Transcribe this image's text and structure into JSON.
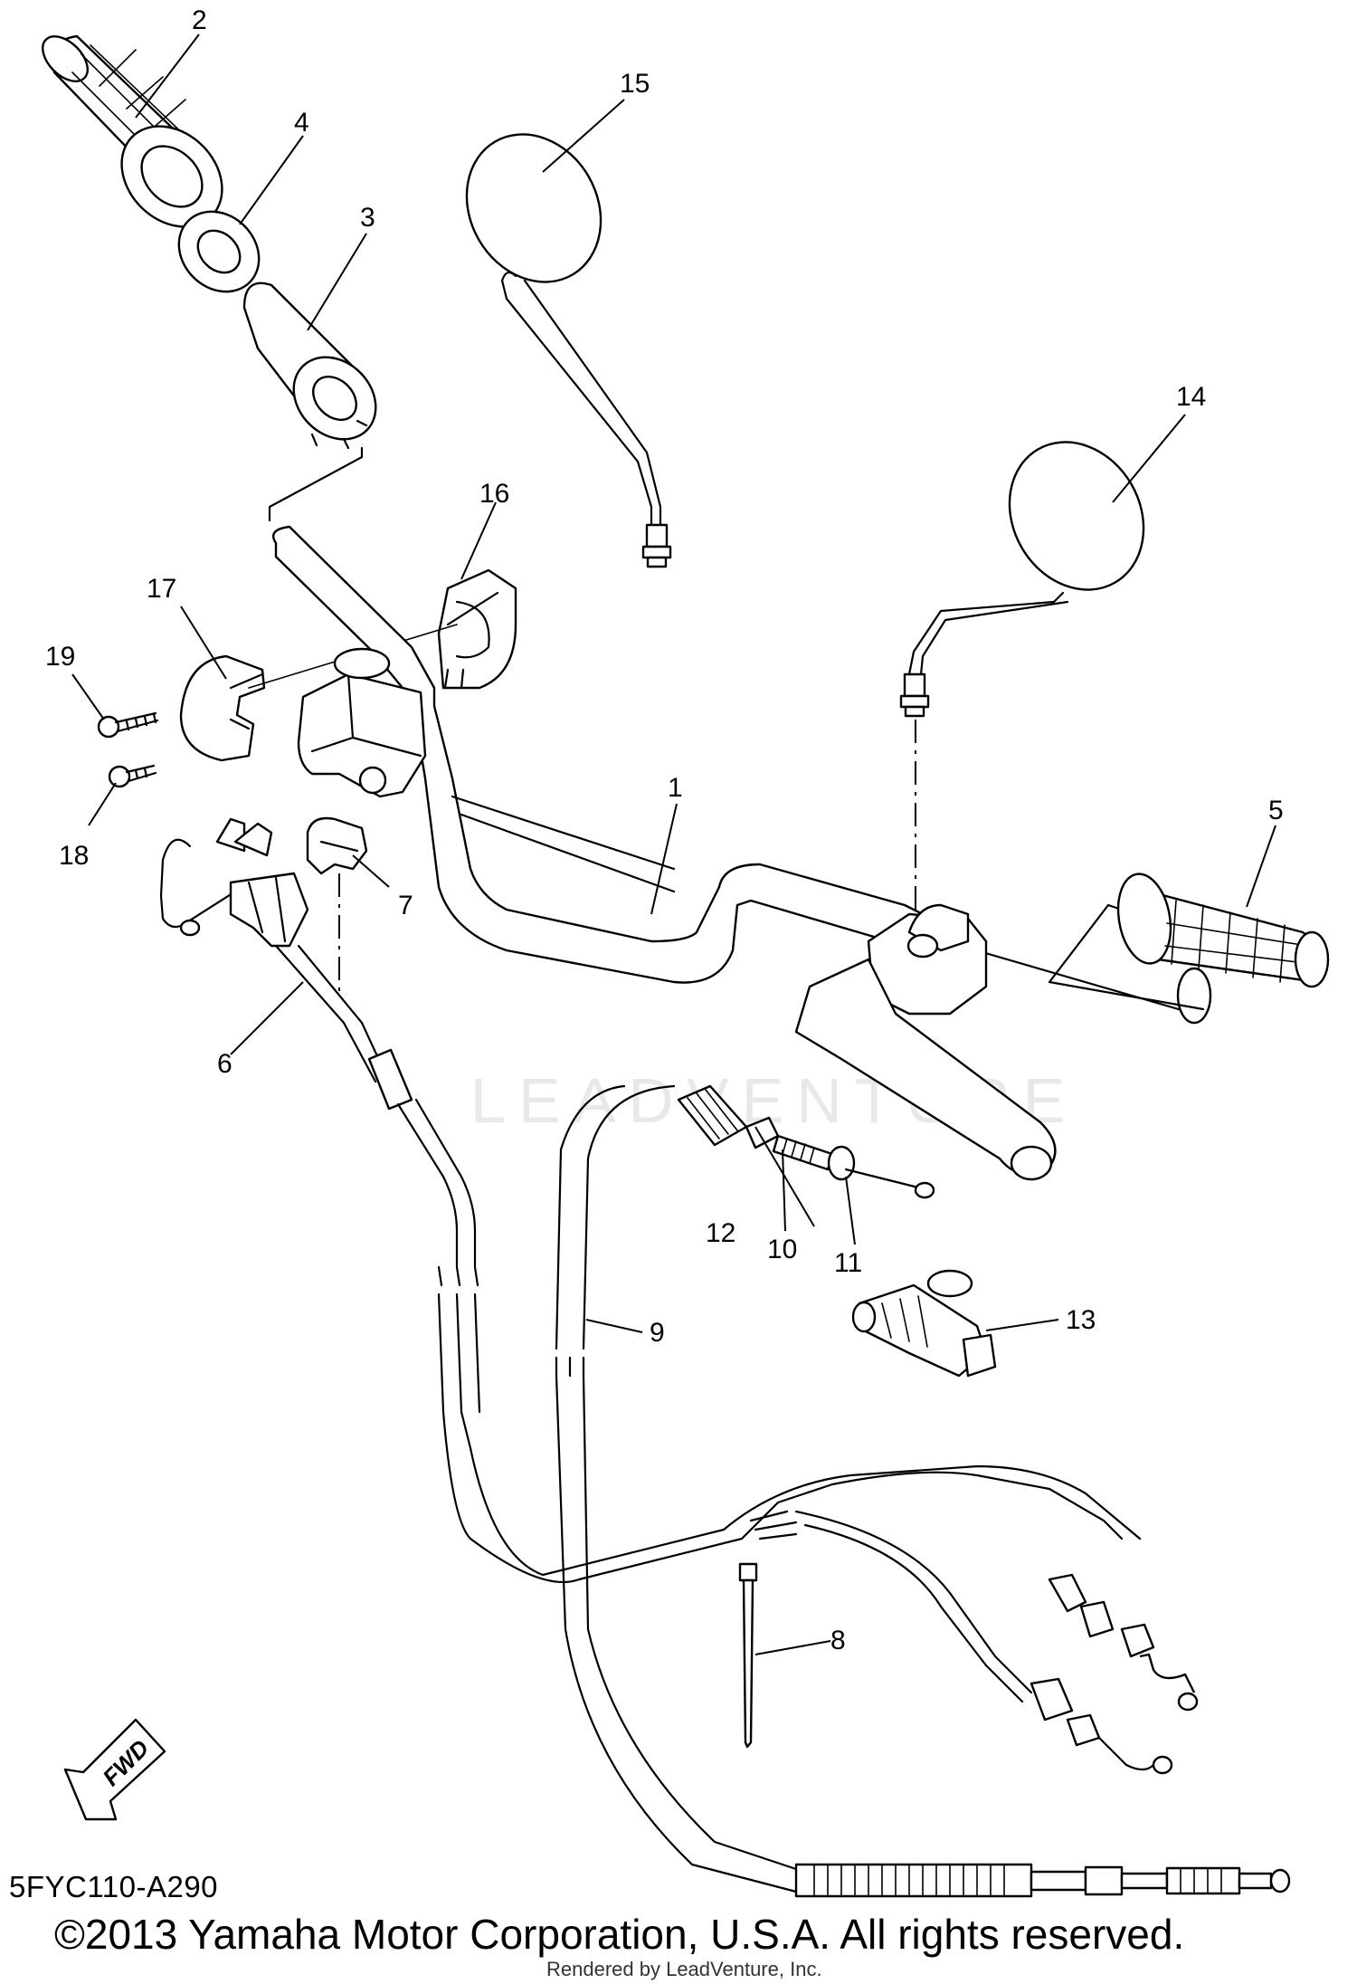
{
  "diagram": {
    "callouts": [
      "1",
      "2",
      "3",
      "4",
      "5",
      "6",
      "7",
      "8",
      "9",
      "10",
      "11",
      "12",
      "13",
      "14",
      "15",
      "16",
      "17",
      "18",
      "19"
    ],
    "direction_label": "FWD",
    "code": "5FYC110-A290",
    "watermark": "LEADVENTURE"
  },
  "footer": {
    "copyright": "©2013 Yamaha Motor Corporation, U.S.A. All rights reserved.",
    "rendered_by": "Rendered by LeadVenture, Inc."
  }
}
